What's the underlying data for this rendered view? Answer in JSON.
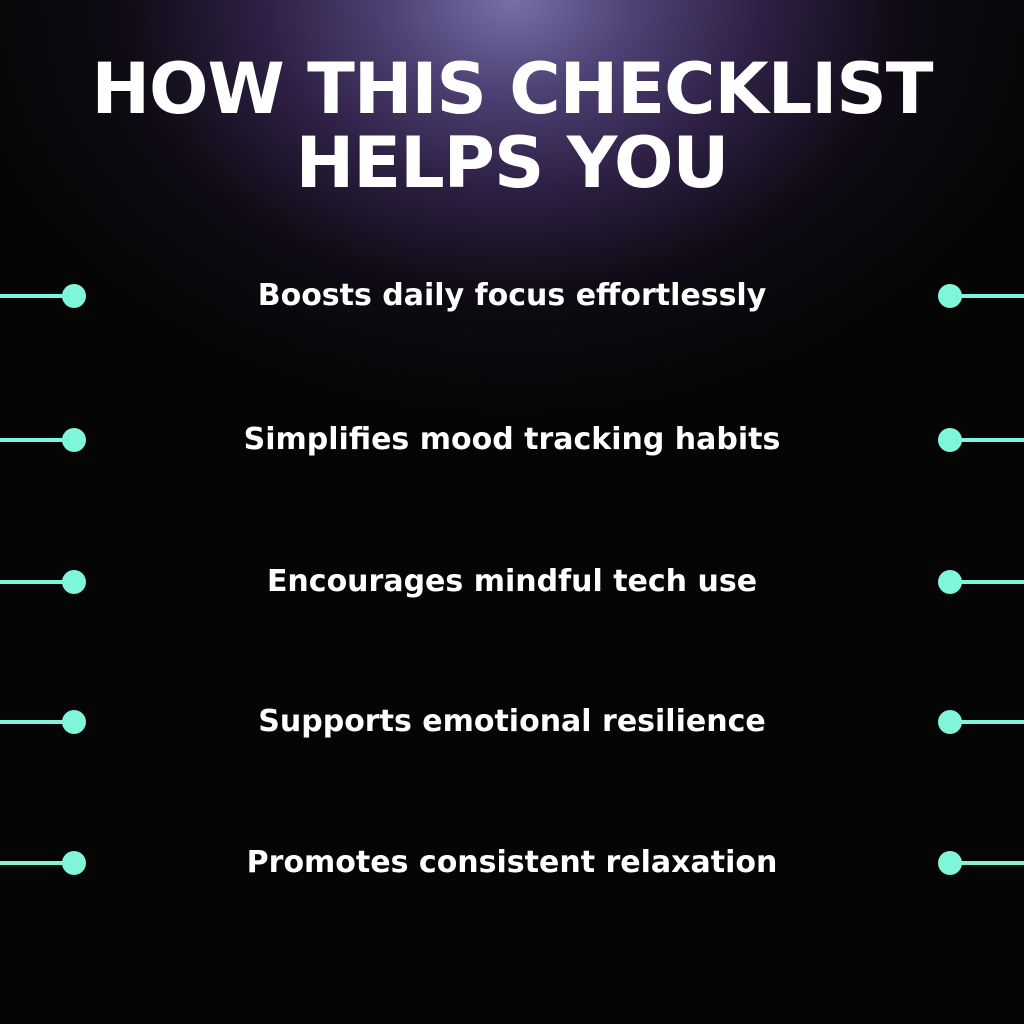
{
  "title": {
    "line1": "HOW THIS CHECKLIST",
    "line2": "HELPS YOU"
  },
  "benefits": [
    {
      "label": "Boosts daily focus effortlessly"
    },
    {
      "label": "Simplifies mood tracking habits"
    },
    {
      "label": "Encourages mindful tech use"
    },
    {
      "label": "Supports emotional resilience"
    },
    {
      "label": "Promotes consistent relaxation"
    }
  ],
  "colors": {
    "accent": "#7ff5d9",
    "text": "#ffffff",
    "background": "#050505",
    "glow": "#7670a6"
  }
}
